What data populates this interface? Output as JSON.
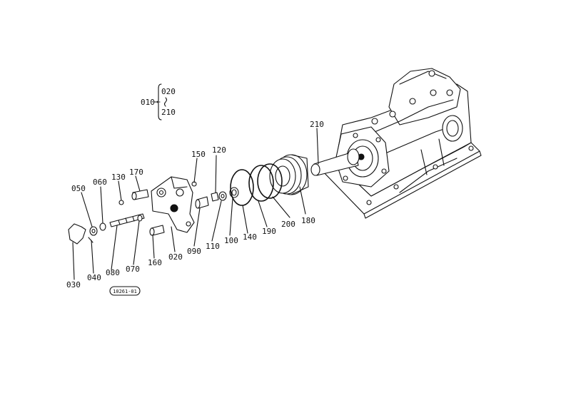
{
  "parts_legend": {
    "assembly": "010",
    "from": "020",
    "to": "210"
  },
  "part_labels": [
    {
      "id": "210"
    },
    {
      "id": "150"
    },
    {
      "id": "120"
    },
    {
      "id": "170"
    },
    {
      "id": "130"
    },
    {
      "id": "060"
    },
    {
      "id": "050"
    },
    {
      "id": "200"
    },
    {
      "id": "180"
    },
    {
      "id": "190"
    },
    {
      "id": "140"
    },
    {
      "id": "100"
    },
    {
      "id": "110"
    },
    {
      "id": "090"
    },
    {
      "id": "020"
    },
    {
      "id": "160"
    },
    {
      "id": "070"
    },
    {
      "id": "080"
    },
    {
      "id": "040"
    },
    {
      "id": "030"
    }
  ],
  "drawing_code": "10261-01"
}
